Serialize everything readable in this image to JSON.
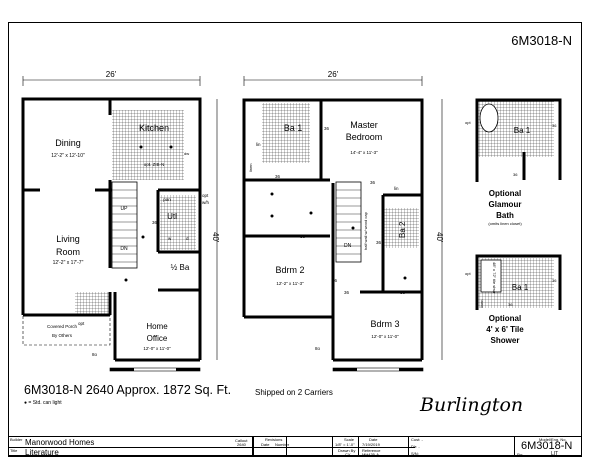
{
  "header": {
    "model": "6M3018-N"
  },
  "first_floor": {
    "width_dim": "26'",
    "depth_dim": "40'",
    "rooms": {
      "dining": {
        "name": "Dining",
        "size": "12'-2\" x 12'-10\""
      },
      "kitchen": {
        "name": "Kitchen",
        "note": "opt. ZIB-N"
      },
      "living": {
        "name_1": "Living",
        "name_2": "Room",
        "size": "12'-2\" x 17'-7\""
      },
      "utility": "Utl",
      "pantry": "pan",
      "half_bath": "½ Ba",
      "office": {
        "name_1": "Home",
        "name_2": "Office",
        "size": "12'-0\" x 11'-0\""
      },
      "porch": {
        "line1": "Covered Porch",
        "line2": "By Others"
      }
    },
    "labels": {
      "up": "UP",
      "dn": "DN",
      "opt_wh": "opt",
      "wh": "w/h",
      "door": "36",
      "opt": "opt",
      "washer": "w",
      "dryer": "d",
      "dw": "dw",
      "step": "8o"
    }
  },
  "second_floor": {
    "width_dim": "26'",
    "depth_dim": "40'",
    "rooms": {
      "master": {
        "name_1": "Master",
        "name_2": "Bedroom",
        "size": "14'-4\" x 11'-3\""
      },
      "ba1": "Ba 1",
      "ba2": "Ba 2",
      "bdrm2": {
        "name": "Bdrm 2",
        "size": "12'-2\" x 11'-3\""
      },
      "bdrm3": {
        "name": "Bdrm 3",
        "size": "12'-0\" x 11'-0\""
      }
    },
    "labels": {
      "lin": "lin",
      "linen": "linen",
      "dn": "DN",
      "half_wall": "half wall w/ wood cap",
      "door": "36",
      "step": "8o"
    }
  },
  "options": {
    "glamour": {
      "room": "Ba 1",
      "opt": "opt",
      "door": "36",
      "title_1": "Optional",
      "title_2": "Glamour",
      "title_3": "Bath",
      "note": "(omits linen closet)"
    },
    "tile": {
      "room": "Ba 1",
      "opt": "opt",
      "door": "36",
      "shower": "48\" x 72\" tile shwr",
      "linen": "linen",
      "title_1": "Optional",
      "title_2": "4' x 6' Tile",
      "title_3": "Shower"
    }
  },
  "footer": {
    "summary": "6M3018-N 2640  Approx. 1872 Sq. Ft.",
    "legend": "● = Std. can light",
    "shipping": "Shipped on 2 Carriers",
    "plan_name": "Burlington"
  },
  "title_block": {
    "builder_label": "Builder",
    "builder": "Manorwood Homes",
    "title_label": "Title",
    "title": "Literature",
    "callout_label": "Callout",
    "callout": "2640",
    "revisions_label": "Revisions",
    "rev_date": "Date",
    "rev_number": "Number",
    "scale_label": "Scale",
    "scale": "1/8\" = 1'-0\"",
    "drawn_label": "Drawn By",
    "drawn": "CY",
    "date_label": "Date",
    "date": "7/19/2019",
    "reference_label": "Reference",
    "reference": "MH435-A",
    "cust": "Cust: -",
    "dlr": "Dlr:  -",
    "sn": "S/N:",
    "model_label": "Model/Eng. No.",
    "model": "6M3018-N",
    "pg_label": "Pg:",
    "pg": "LIT"
  }
}
